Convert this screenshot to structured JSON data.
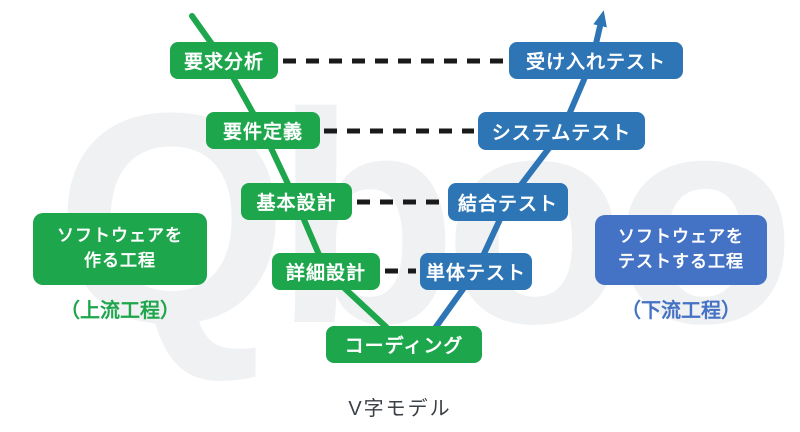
{
  "canvas": {
    "caption": "V字モデル",
    "watermark": "Qbook"
  },
  "colors": {
    "green": "#1ea64c",
    "blue": "#2e75b6",
    "label_blue": "#4472c4",
    "dash": "#1a1a1a",
    "caption_text": "#3b4046",
    "watermark": "#f0f1f3"
  },
  "stages": {
    "left": [
      {
        "id": "requirements-analysis",
        "label": "要求分析"
      },
      {
        "id": "requirements-definition",
        "label": "要件定義"
      },
      {
        "id": "basic-design",
        "label": "基本設計"
      },
      {
        "id": "detailed-design",
        "label": "詳細設計"
      },
      {
        "id": "coding",
        "label": "コーディング"
      }
    ],
    "right": [
      {
        "id": "acceptance-test",
        "label": "受け入れテスト"
      },
      {
        "id": "system-test",
        "label": "システムテスト"
      },
      {
        "id": "integration-test",
        "label": "結合テスト"
      },
      {
        "id": "unit-test",
        "label": "単体テスト"
      }
    ]
  },
  "side_labels": {
    "left": {
      "line1": "ソフトウェアを",
      "line2": "作る工程",
      "sub": "（上流工程）"
    },
    "right": {
      "line1": "ソフトウェアを",
      "line2": "テストする工程",
      "sub": "（下流工程）"
    }
  }
}
